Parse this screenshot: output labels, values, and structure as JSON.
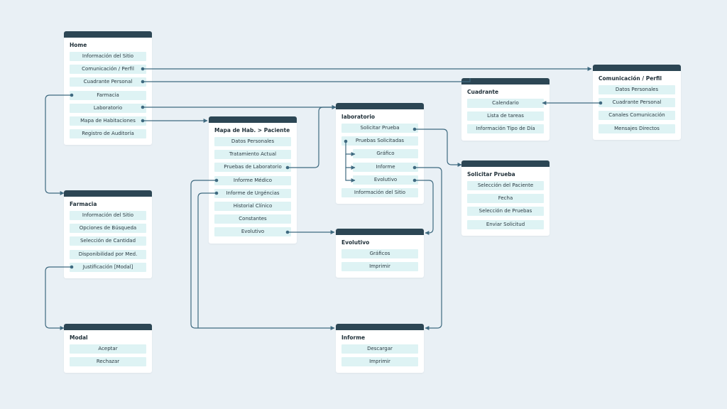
{
  "nodes": [
    {
      "id": "home",
      "title": "Home",
      "items": [
        "Información del Sitio",
        "Comunicación / Perfil",
        "Cuadrante Personal",
        "Farmacia",
        "Laboratorio",
        "Mapa de Habitaciones",
        "Registro de Auditoría"
      ]
    },
    {
      "id": "farmacia",
      "title": "Farmacia",
      "items": [
        "Información del Sitio",
        "Opciones de Búsqueda",
        "Selección de Cantidad",
        "Disponibilidad por Med.",
        "Justificación [Modal]"
      ]
    },
    {
      "id": "modal",
      "title": "Modal",
      "items": [
        "Aceptar",
        "Rechazar"
      ]
    },
    {
      "id": "mapa",
      "title": "Mapa de Hab. > Paciente",
      "items": [
        "Datos Personales",
        "Tratamiento Actual",
        "Pruebas de Laboratorio",
        "Informe Médico",
        "Informe de Urgéncias",
        "Historial Clínico",
        "Constantes",
        "Evolutivo"
      ]
    },
    {
      "id": "laboratorio",
      "title": "laboratorio",
      "items": [
        "Solicitar Prueba",
        "Pruebas Solicitadas",
        "Gráfico",
        "Informe",
        "Evolutivo",
        "Información del Sitio"
      ]
    },
    {
      "id": "evolutivo",
      "title": "Evolutivo",
      "items": [
        "Gráficos",
        "Imprimir"
      ]
    },
    {
      "id": "informe",
      "title": "Informe",
      "items": [
        "Descargar",
        "Imprimir"
      ]
    },
    {
      "id": "cuadrante",
      "title": "Cuadrante",
      "items": [
        "Calendario",
        "Lista de tareas",
        "Información Tipo de Día"
      ]
    },
    {
      "id": "solicitar",
      "title": "Solicitar Prueba",
      "items": [
        "Selección del Paciente",
        "Fecha",
        "Selección de Pruebas",
        "Enviar Solicitud"
      ]
    },
    {
      "id": "comunicacion",
      "title": "Comunicación / Perfil",
      "items": [
        "Datos Personales",
        "Cuadrante Personal",
        "Canales Comunicación",
        "Mensajes Directos"
      ]
    }
  ],
  "colors": {
    "background": "#e9f0f5",
    "header": "#2c4654",
    "item": "#def3f4",
    "line": "#3f6a80"
  }
}
